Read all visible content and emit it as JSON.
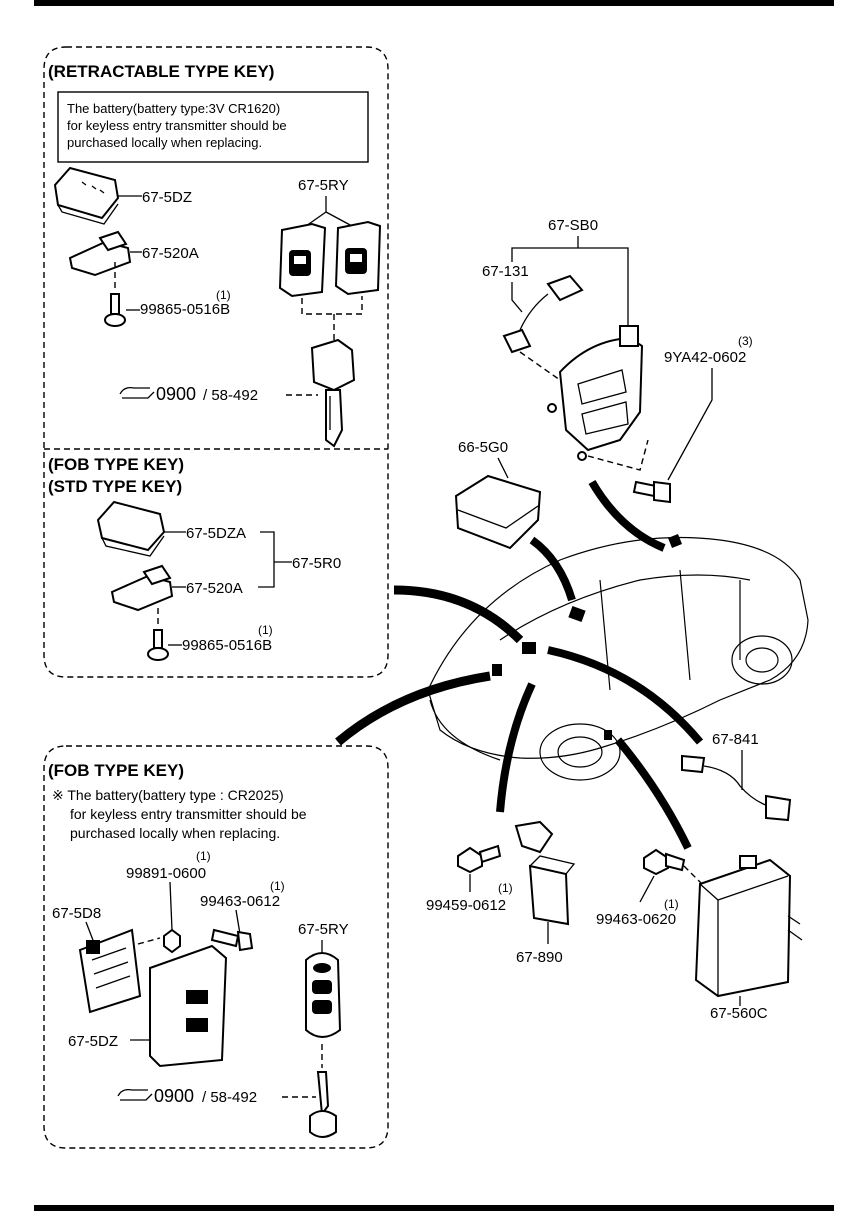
{
  "sections": {
    "retractable": {
      "title": "(RETRACTABLE TYPE KEY)",
      "note_lines": [
        "The battery(battery type:3V CR1620)",
        "for keyless entry transmitter should be",
        "purchased locally when replacing."
      ]
    },
    "fob_std": {
      "title_line1": "(FOB TYPE KEY)",
      "title_line2": "(STD TYPE KEY)"
    },
    "fob": {
      "title": "(FOB TYPE KEY)",
      "note_lines": [
        "※ The battery(battery type : CR2025)",
        "for keyless entry transmitter should be",
        "purchased locally when replacing."
      ]
    }
  },
  "parts": {
    "p_5dz_a": "67-5DZ",
    "p_520a_a": "67-520A",
    "p_99865_a": "99865-0516B",
    "q_99865_a": "(1)",
    "p_5ry_a": "67-5RY",
    "ref_a_main": "0900",
    "ref_a_sub": "/ 58-492",
    "p_5dza": "67-5DZA",
    "p_520a_b": "67-520A",
    "p_5r0": "67-5R0",
    "p_99865_b": "99865-0516B",
    "q_99865_b": "(1)",
    "p_5b0": "67-SB0",
    "p_131": "67-131",
    "p_9ya42": "9YA42-0602",
    "q_9ya42": "(3)",
    "p_5g0": "66-5G0",
    "p_841": "67-841",
    "p_99459": "99459-0612",
    "q_99459": "(1)",
    "p_890": "67-890",
    "p_99463_b": "99463-0620",
    "q_99463_b": "(1)",
    "p_560c": "67-560C",
    "p_99891": "99891-0600",
    "q_99891": "(1)",
    "p_99463_a": "99463-0612",
    "q_99463_a": "(1)",
    "p_5d8": "67-5D8",
    "p_5dz_b": "67-5DZ",
    "p_5ry_b": "67-5RY",
    "ref_b_main": "0900",
    "ref_b_sub": "/ 58-492"
  }
}
